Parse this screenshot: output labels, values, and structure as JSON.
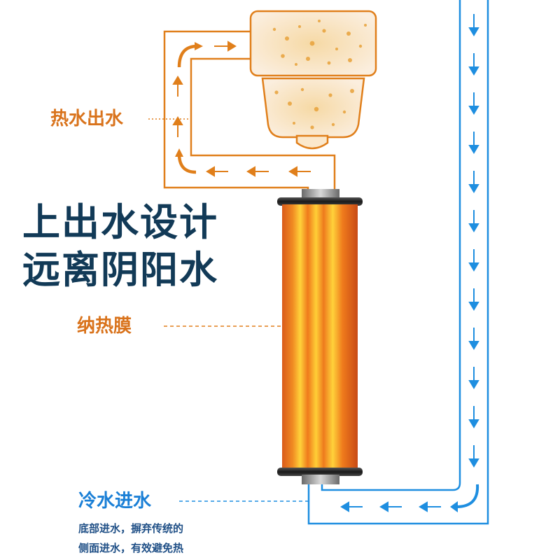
{
  "labels": {
    "hot_water_out": "热水出水",
    "nano_film": "纳热膜",
    "cold_water_in": "冷水进水"
  },
  "headline": {
    "line1": "上出水设计",
    "line2": "远离阴阳水"
  },
  "note": {
    "line1": "底部进水，摒弃传统的",
    "line2": "侧面进水，有效避免热"
  },
  "icons": {
    "flow_down": "arrow-down-icon",
    "flow_left": "arrow-left-icon",
    "flow_up": "arrow-up-icon",
    "flow_right": "arrow-right-icon",
    "flow_turn": "curved-arrow-icon"
  },
  "colors": {
    "hot": "#e07f1b",
    "hot_text": "#d9731c",
    "cold": "#1e8ee0",
    "cold_text": "#1a7fd6",
    "headline": "#123a57",
    "note": "#1f4f86"
  }
}
